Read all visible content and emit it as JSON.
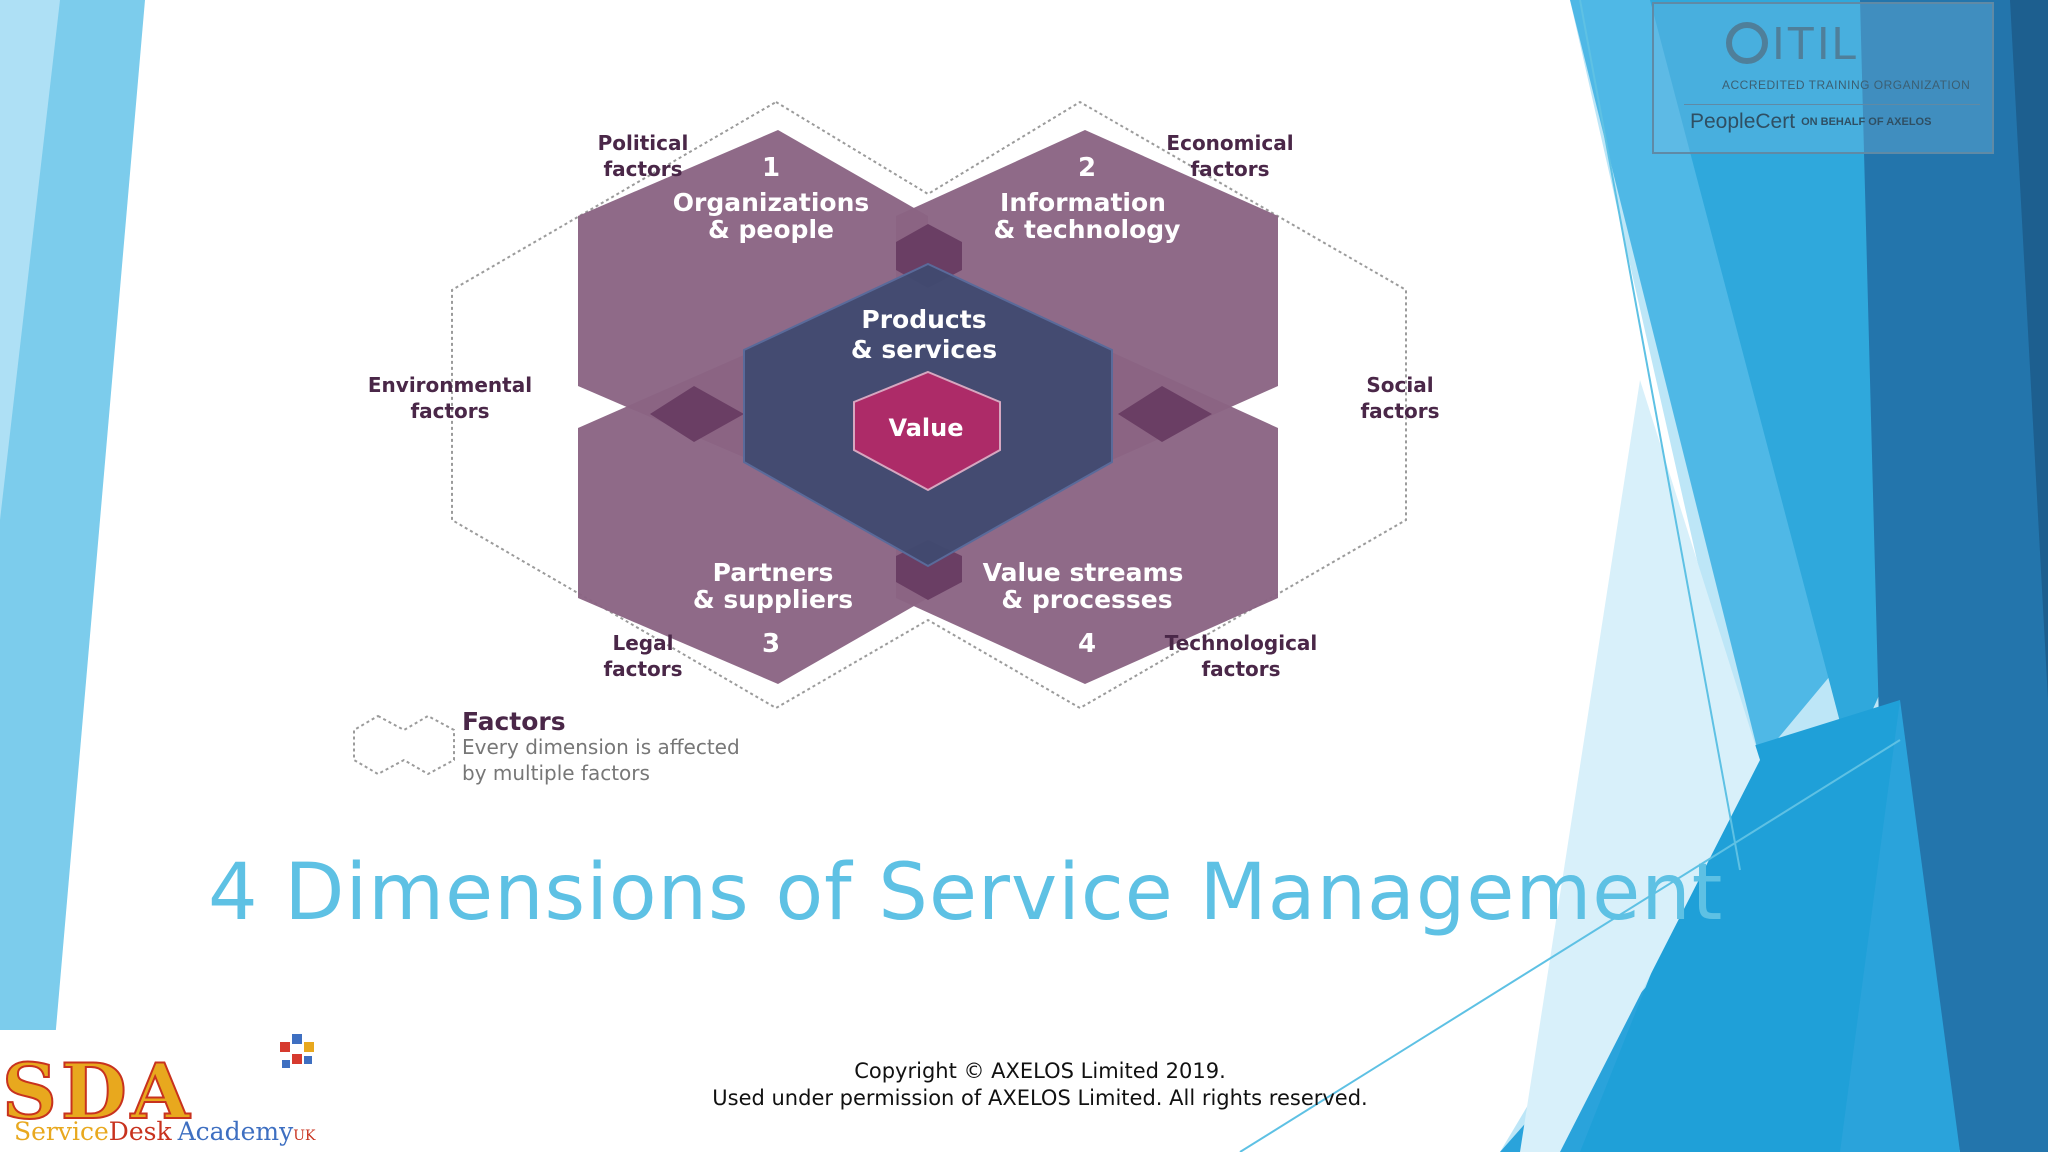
{
  "slide": {
    "title": "4 Dimensions of Service Management",
    "copyright_line1": "Copyright © AXELOS Limited 2019.",
    "copyright_line2": "Used under permission of AXELOS Limited. All rights reserved."
  },
  "diagram": {
    "dimensions": [
      {
        "number": "1",
        "line1": "Organizations",
        "line2": "& people"
      },
      {
        "number": "2",
        "line1": "Information",
        "line2": "& technology"
      },
      {
        "number": "3",
        "line1": "Partners",
        "line2": "& suppliers"
      },
      {
        "number": "4",
        "line1": "Value streams",
        "line2": "& processes"
      }
    ],
    "center": {
      "line1": "Products",
      "line2": "& services",
      "value": "Value"
    },
    "factors": [
      {
        "line1": "Political",
        "line2": "factors"
      },
      {
        "line1": "Economical",
        "line2": "factors"
      },
      {
        "line1": "Environmental",
        "line2": "factors"
      },
      {
        "line1": "Social",
        "line2": "factors"
      },
      {
        "line1": "Legal",
        "line2": "factors"
      },
      {
        "line1": "Technological",
        "line2": "factors"
      }
    ],
    "legend": {
      "title": "Factors",
      "line1": "Every dimension is affected",
      "line2": "by multiple factors"
    },
    "colors": {
      "dimension": "#8a6483",
      "products": "#404a70",
      "value": "#ad2b68",
      "title": "#5ec1e4"
    }
  },
  "logos": {
    "sda": {
      "letters": "SDA",
      "service": "Service",
      "desk": "Desk",
      "academy": "Academy",
      "uk": "UK"
    },
    "itil": {
      "brand": "ITIL",
      "accredited": "ACCREDITED TRAINING ORGANIZATION",
      "peoplecert": "PeopleCert",
      "on_behalf": "ON BEHALF OF AXELOS"
    }
  }
}
